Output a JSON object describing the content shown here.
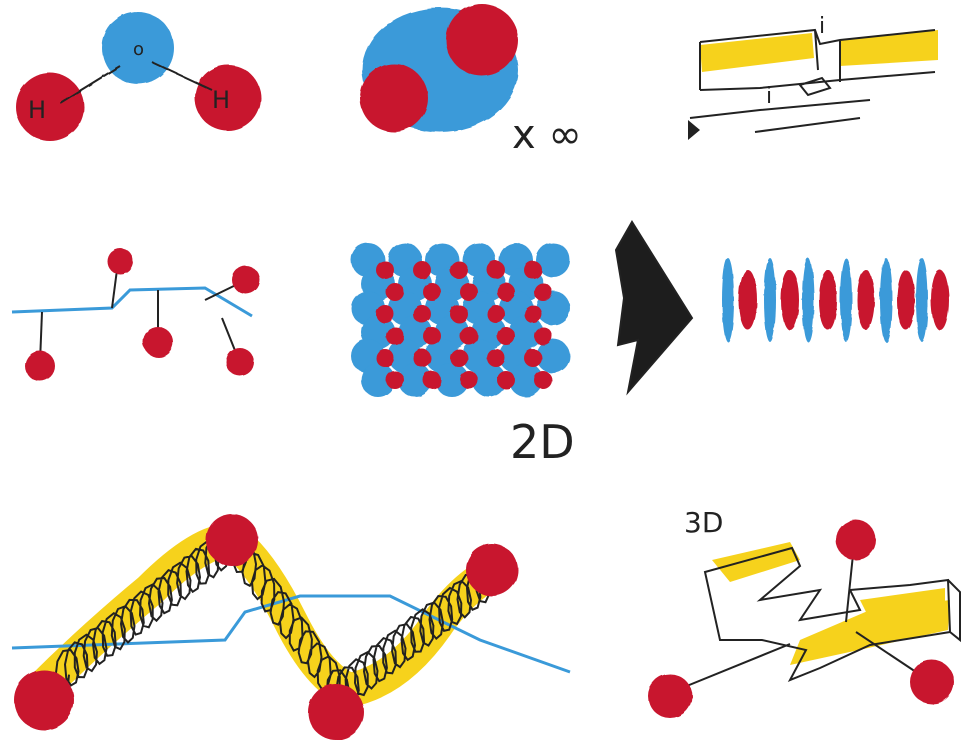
{
  "labels": {
    "hydrogen_left": "H",
    "hydrogen_right": "H",
    "oxygen": "o",
    "times_infinity": "x ∞",
    "two_d": "2D",
    "three_d": "3D",
    "interface_i_top": "i",
    "interface_i_bottom": "i"
  },
  "colors": {
    "oxygen": "#3a9ad9",
    "hydrogen": "#c8192e",
    "highlight": "#f6d21c",
    "ink": "#222222",
    "line_blue": "#3a9ad9"
  }
}
